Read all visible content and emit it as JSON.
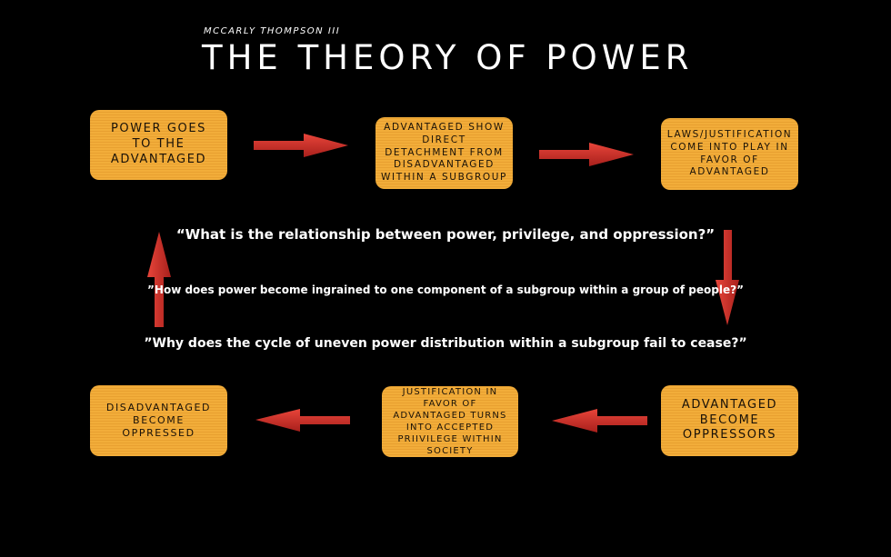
{
  "author": "MCCARLY THOMPSON III",
  "title": "THE THEORY OF POWER",
  "boxes": [
    "POWER GOES TO THE ADVANTAGED",
    "ADVANTAGED SHOW DIRECT DETACHMENT FROM DISADVANTAGED WITHIN A SUBGROUP",
    "LAWS/JUSTIFICATION COME INTO PLAY IN FAVOR OF ADVANTAGED",
    "ADVANTAGED BECOME OPPRESSORS",
    "JUSTIFICATION IN FAVOR OF ADVANTAGED TURNS INTO ACCEPTED PRIIVILEGE WITHIN SOCIETY",
    "DISADVANTAGED BECOME OPPRESSED"
  ],
  "questions": [
    "“What is the relationship between power, privilege, and oppression?”",
    "”How does power become ingrained to one component of a subgroup within a group of people?”",
    "”Why does the cycle of uneven power distribution within a subgroup fail to cease?”"
  ],
  "colors": {
    "box": "#f2ad3a",
    "arrow": "#d8322c",
    "background": "#000000"
  }
}
